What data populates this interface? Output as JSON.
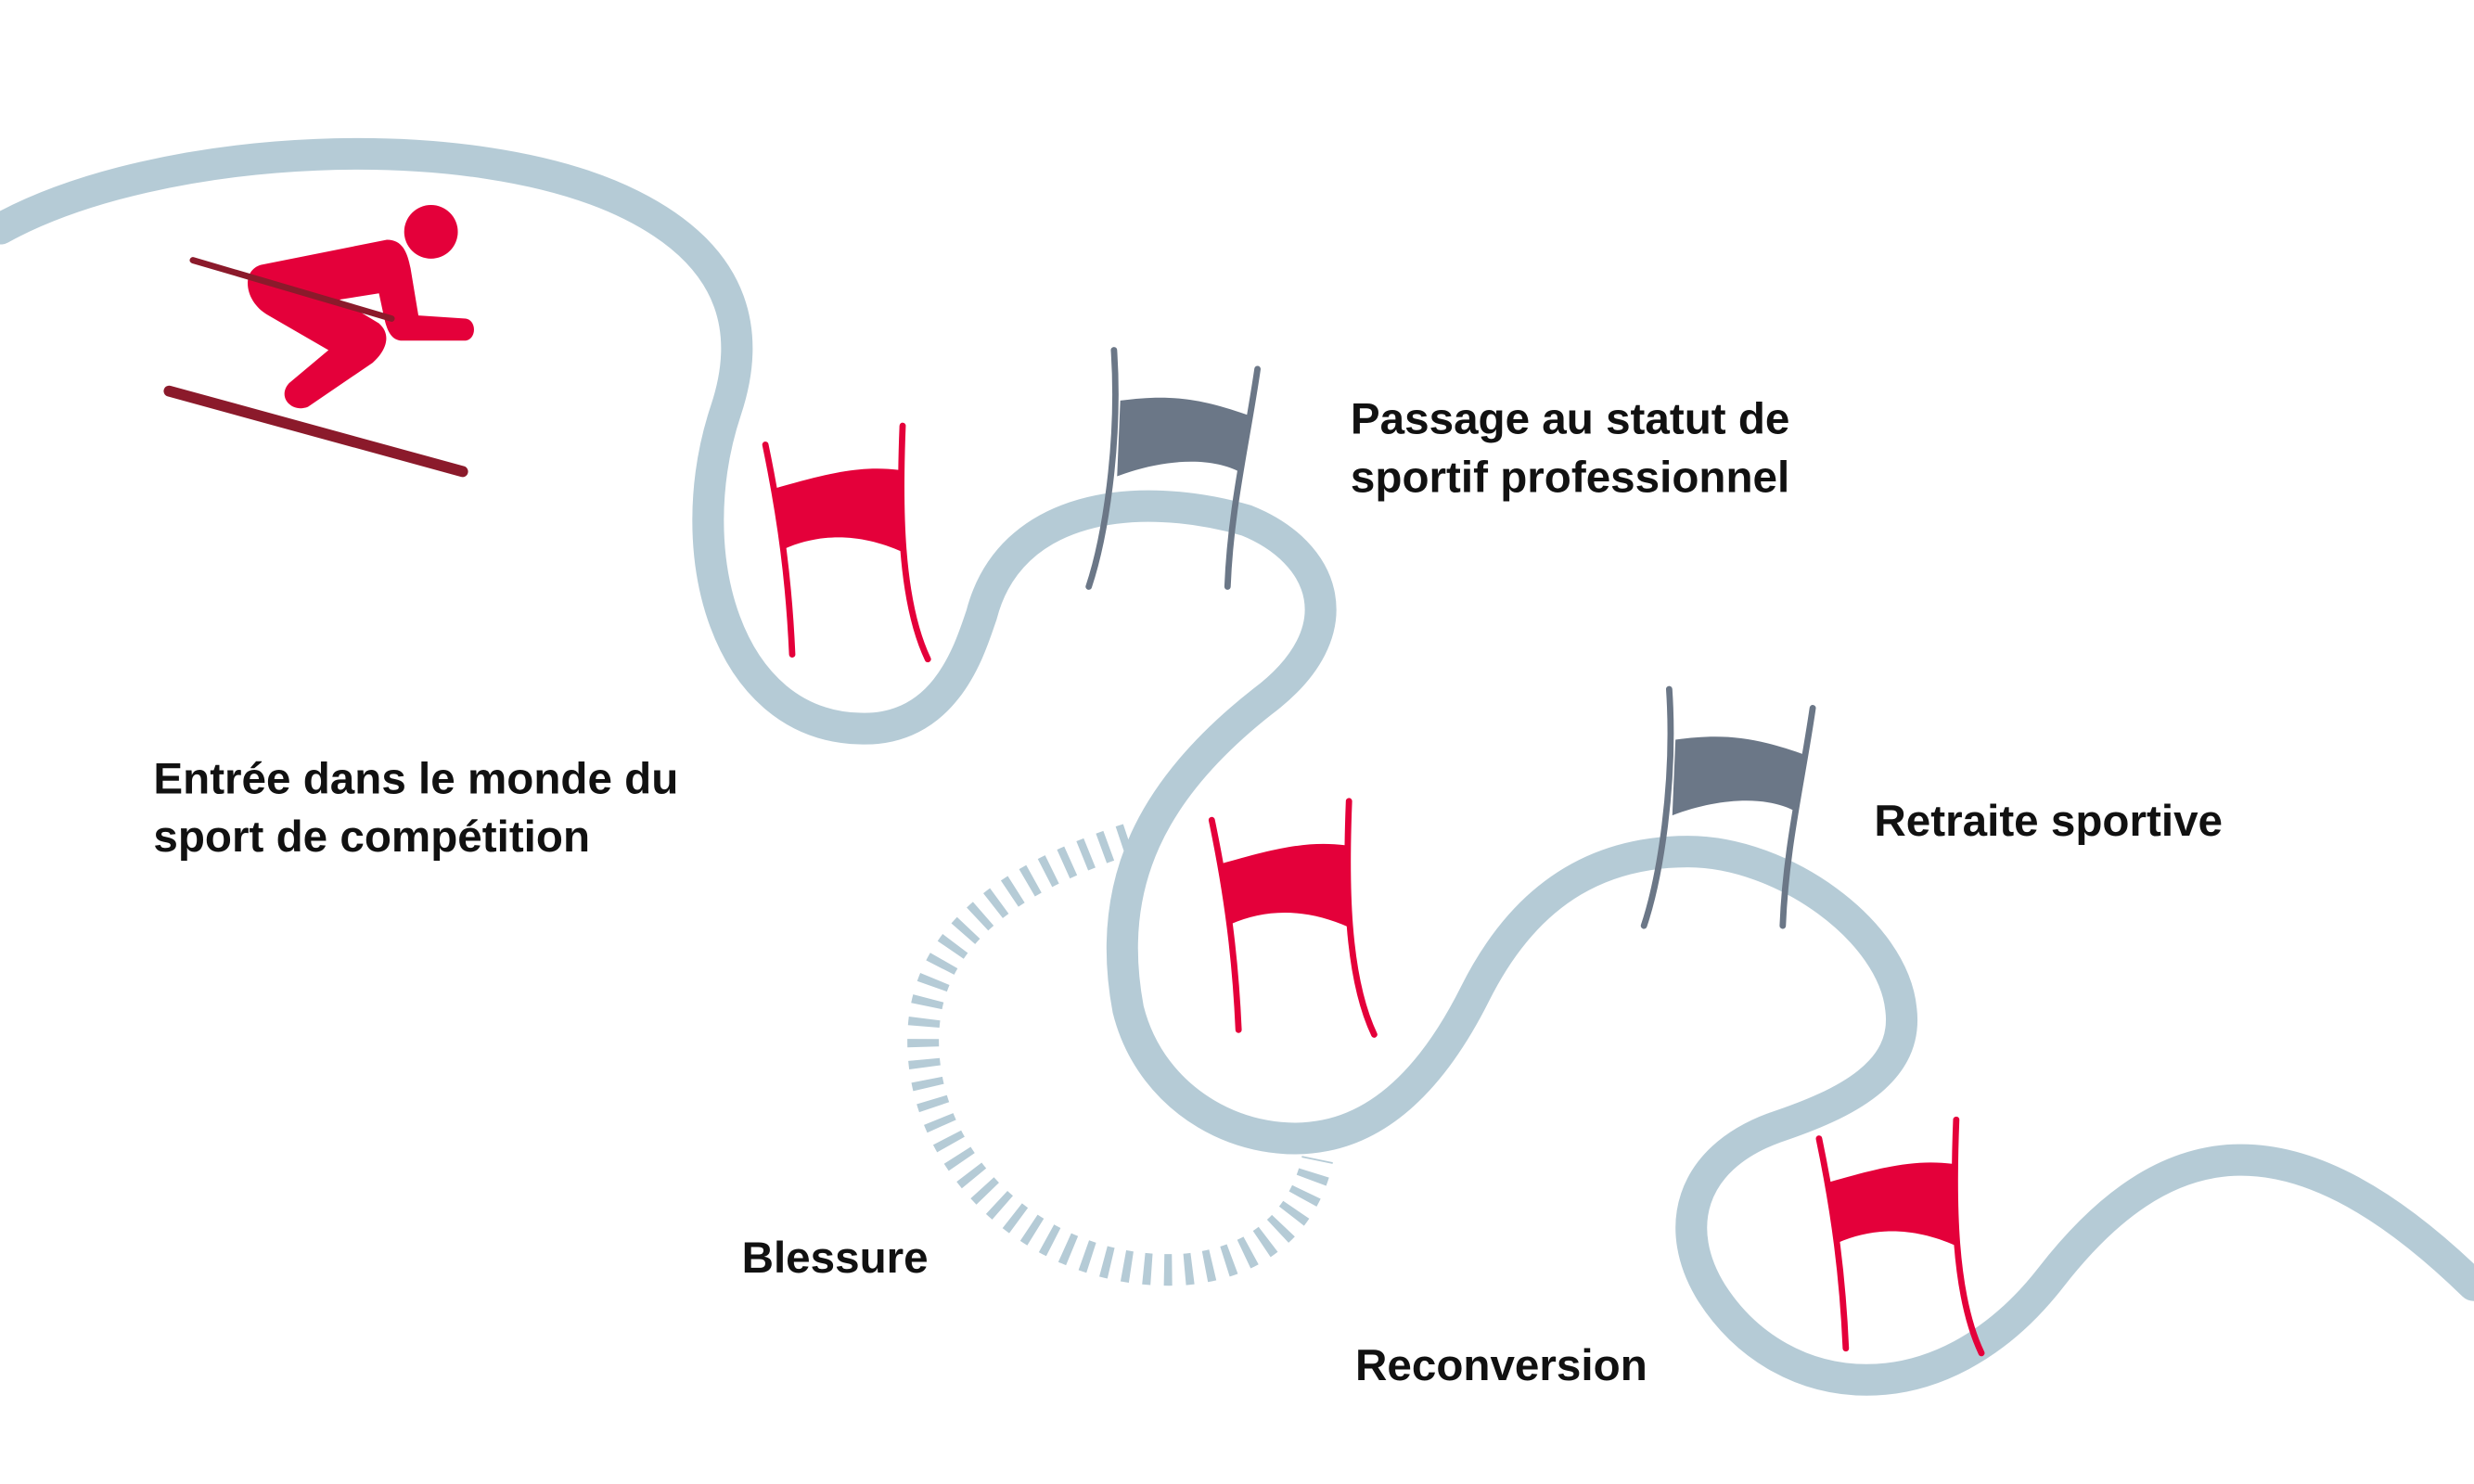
{
  "colors": {
    "track": "#b5cbd6",
    "red_flag": "#e4003a",
    "gray_flag": "#6b7787",
    "skier": "#e4003a",
    "ski": "#8b1a2b",
    "text": "#111111"
  },
  "labels": {
    "entry": [
      "Entrée dans le monde du",
      "sport de compétition"
    ],
    "pro": [
      "Passage au statut de",
      "sportif professionnel"
    ],
    "injury": "Blessure",
    "retirement": "Retraite sportive",
    "reconversion": "Reconversion"
  },
  "icons": [
    "skier-icon",
    "red-gate-flag-icon",
    "gray-gate-flag-icon"
  ]
}
